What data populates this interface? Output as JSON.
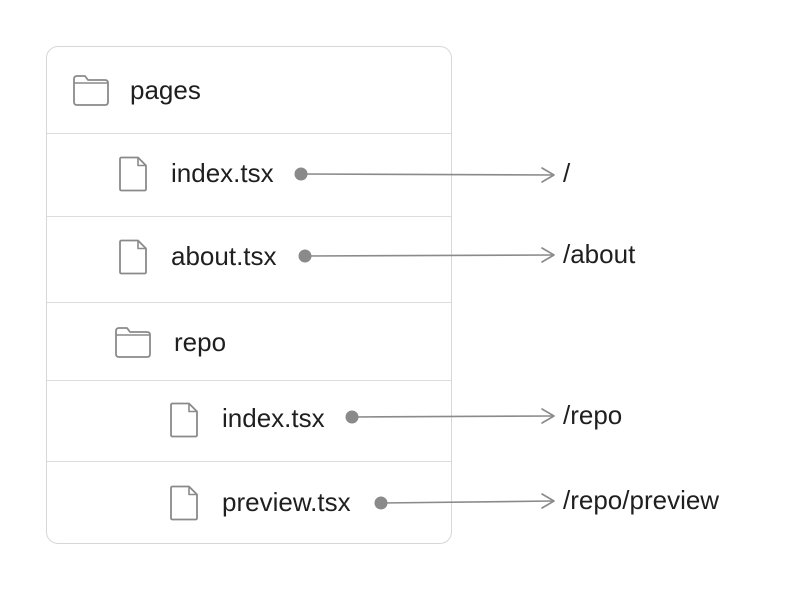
{
  "tree": {
    "items": [
      {
        "type": "folder",
        "label": "pages"
      },
      {
        "type": "file",
        "label": "index.tsx",
        "route": "/"
      },
      {
        "type": "file",
        "label": "about.tsx",
        "route": "/about"
      },
      {
        "type": "folder",
        "label": "repo"
      },
      {
        "type": "file",
        "label": "index.tsx",
        "route": "/repo"
      },
      {
        "type": "file",
        "label": "preview.tsx",
        "route": "/repo/preview"
      }
    ]
  },
  "colors": {
    "border": "#d7d7d7",
    "icon": "#8a8a8a",
    "connector": "#8a8a8a",
    "text": "#1f1f1f"
  },
  "icons": {
    "folder": "folder-icon",
    "file": "file-icon"
  }
}
